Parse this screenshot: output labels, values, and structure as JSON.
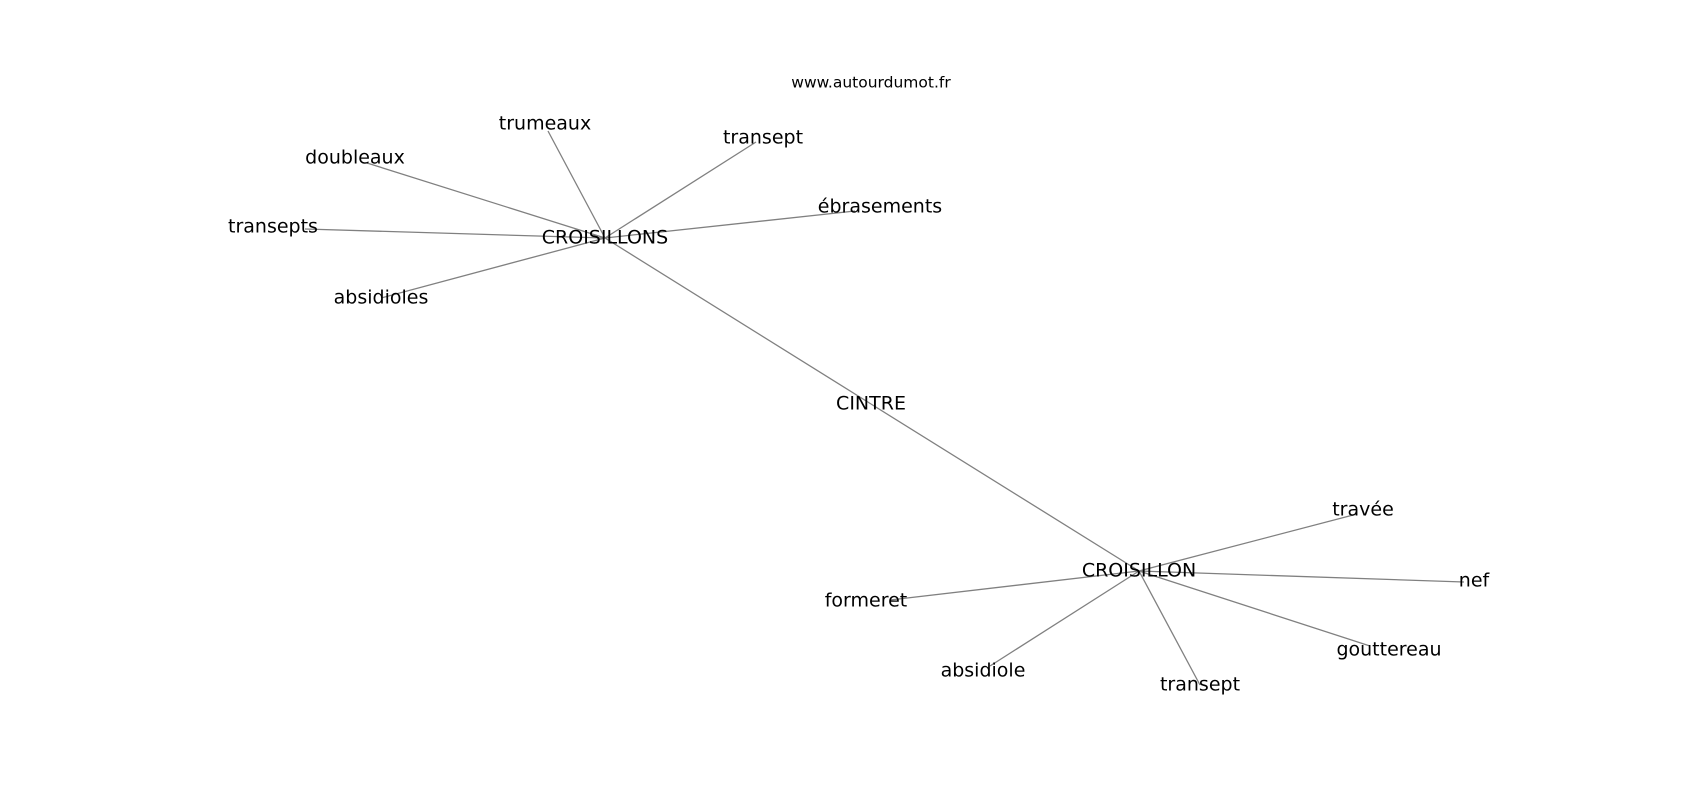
{
  "source": "www.autourdumot.fr",
  "nodes": [
    {
      "id": "cintre",
      "label": "CINTRE"
    },
    {
      "id": "croisillons",
      "label": "CROISILLONS"
    },
    {
      "id": "croisillon",
      "label": "CROISILLON"
    },
    {
      "id": "trumeaux",
      "label": "trumeaux"
    },
    {
      "id": "transept-1",
      "label": "transept"
    },
    {
      "id": "doubleaux",
      "label": "doubleaux"
    },
    {
      "id": "ebrasements",
      "label": "ébrasements"
    },
    {
      "id": "transepts",
      "label": "transepts"
    },
    {
      "id": "absidioles",
      "label": "absidioles"
    },
    {
      "id": "travee",
      "label": "travée"
    },
    {
      "id": "nef",
      "label": "nef"
    },
    {
      "id": "formeret",
      "label": "formeret"
    },
    {
      "id": "gouttereau",
      "label": "gouttereau"
    },
    {
      "id": "absidiole",
      "label": "absidiole"
    },
    {
      "id": "transept-2",
      "label": "transept"
    }
  ],
  "edges": [
    {
      "from": "croisillons",
      "to": "cintre"
    },
    {
      "from": "cintre",
      "to": "croisillon"
    },
    {
      "from": "croisillons",
      "to": "trumeaux"
    },
    {
      "from": "croisillons",
      "to": "transept-1"
    },
    {
      "from": "croisillons",
      "to": "doubleaux"
    },
    {
      "from": "croisillons",
      "to": "ebrasements"
    },
    {
      "from": "croisillons",
      "to": "transepts"
    },
    {
      "from": "croisillons",
      "to": "absidioles"
    },
    {
      "from": "croisillon",
      "to": "travee"
    },
    {
      "from": "croisillon",
      "to": "nef"
    },
    {
      "from": "croisillon",
      "to": "formeret"
    },
    {
      "from": "croisillon",
      "to": "gouttereau"
    },
    {
      "from": "croisillon",
      "to": "absidiole"
    },
    {
      "from": "croisillon",
      "to": "transept-2"
    }
  ]
}
